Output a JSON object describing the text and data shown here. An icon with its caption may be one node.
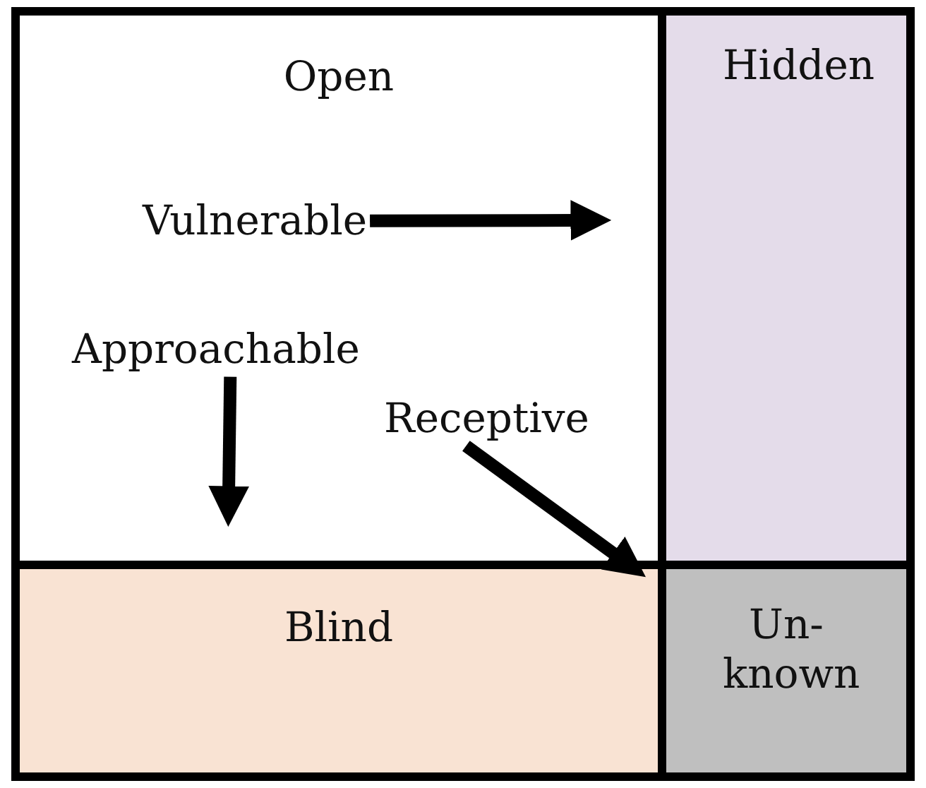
{
  "diagram": {
    "nodes": [
      {
        "text": [
          "Open"
        ]
      },
      {
        "text": [
          "Hidden"
        ]
      },
      {
        "text": [
          "Blind"
        ]
      },
      {
        "text": [
          "Un- known"
        ]
      },
      {
        "text": [
          "Vulnerable"
        ],
        "in": 0
      },
      {
        "text": [
          "Approachable"
        ],
        "in": 0
      },
      {
        "text": [
          "Receptive"
        ],
        "in": 0
      }
    ],
    "edges": [
      {
        "from": 4,
        "to": null,
        "arrow": "to"
      },
      {
        "from": 5,
        "to": null,
        "arrow": "to"
      },
      {
        "from": 6,
        "to": 2,
        "arrow": "to"
      }
    ]
  }
}
